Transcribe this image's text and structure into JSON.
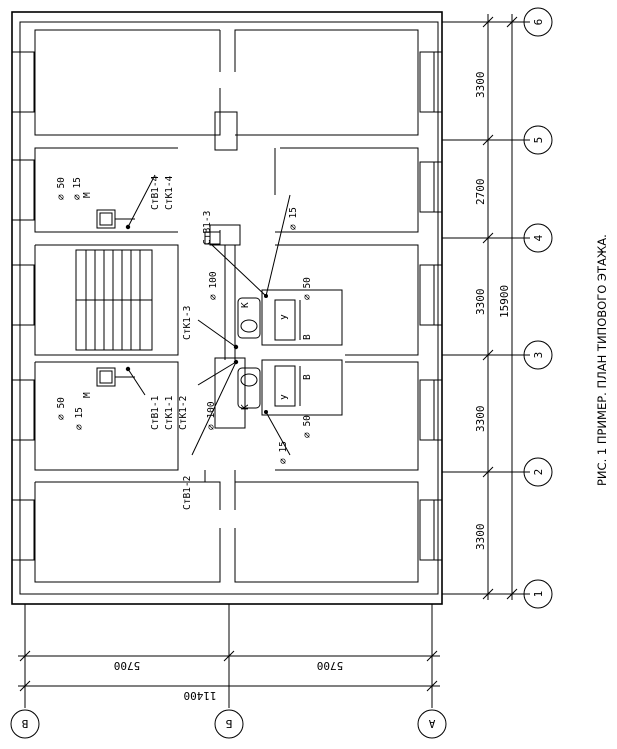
{
  "caption": "РИС. 1 ПРИМЕР. ПЛАН ТИПОВОГО ЭТАЖА.",
  "axes_numbers": [
    "1",
    "2",
    "3",
    "4",
    "5",
    "6"
  ],
  "axes_letters": [
    "А",
    "Б",
    "В"
  ],
  "dims_right": [
    "3300",
    "3300",
    "3300",
    "2700",
    "3300"
  ],
  "dim_total_vertical": "15900",
  "dims_bottom": [
    "5700",
    "5700"
  ],
  "dim_total_horizontal": "11400",
  "risers": {
    "st_b1_1": "СтВ1-1",
    "st_k1_1": "СтК1-1",
    "st_k1_2": "СтК1-2",
    "st_b1_2": "СтВ1-2",
    "st_k1_3": "СтК1-3",
    "st_b1_3": "СтВ1-3",
    "st_b1_4": "СтВ1-4",
    "st_k1_4": "СтК1-4"
  },
  "diameters": {
    "d50": "⌀ 50",
    "d15": "⌀ 15",
    "d100": "⌀ 100"
  },
  "fixtures": {
    "m": "М",
    "k": "К",
    "u": "У",
    "v": "В"
  }
}
